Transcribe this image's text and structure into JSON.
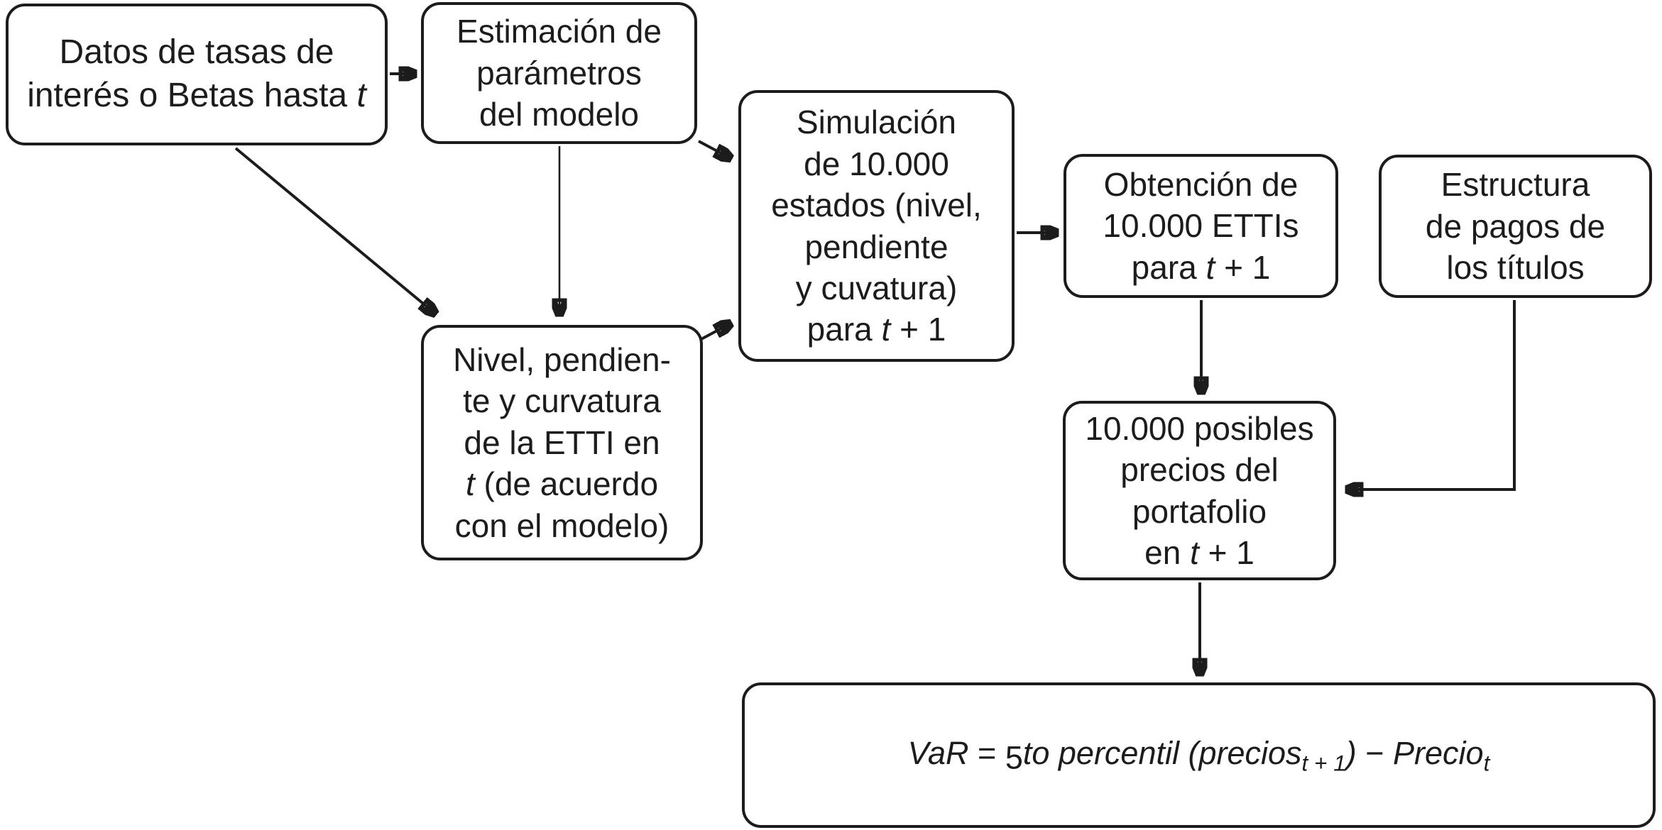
{
  "colors": {
    "stroke": "#1c1c1c",
    "background": "#ffffff"
  },
  "nodes": {
    "datos": {
      "lines": [
        [
          {
            "text": "Datos de tasas de",
            "style": "plain"
          }
        ],
        [
          {
            "text": "interés o Betas hasta ",
            "style": "plain"
          },
          {
            "text": "t",
            "style": "italic"
          }
        ]
      ]
    },
    "estimacion": {
      "lines": [
        [
          {
            "text": "Estimación de",
            "style": "plain"
          }
        ],
        [
          {
            "text": "parámetros",
            "style": "plain"
          }
        ],
        [
          {
            "text": "del modelo",
            "style": "plain"
          }
        ]
      ]
    },
    "simulacion": {
      "lines": [
        [
          {
            "text": "Simulación",
            "style": "plain"
          }
        ],
        [
          {
            "text": "de 10.000",
            "style": "plain"
          }
        ],
        [
          {
            "text": "estados (nivel,",
            "style": "plain"
          }
        ],
        [
          {
            "text": "pendiente",
            "style": "plain"
          }
        ],
        [
          {
            "text": "y cuvatura)",
            "style": "plain"
          }
        ],
        [
          {
            "text": "para ",
            "style": "plain"
          },
          {
            "text": "t",
            "style": "italic"
          },
          {
            "text": " + 1",
            "style": "plain"
          }
        ]
      ]
    },
    "obtencion": {
      "lines": [
        [
          {
            "text": "Obtención de",
            "style": "plain"
          }
        ],
        [
          {
            "text": "10.000 ETTIs",
            "style": "plain"
          }
        ],
        [
          {
            "text": "para ",
            "style": "plain"
          },
          {
            "text": "t",
            "style": "italic"
          },
          {
            "text": " + 1",
            "style": "plain"
          }
        ]
      ]
    },
    "estructura": {
      "lines": [
        [
          {
            "text": "Estructura",
            "style": "plain"
          }
        ],
        [
          {
            "text": "de pagos de",
            "style": "plain"
          }
        ],
        [
          {
            "text": "los títulos",
            "style": "plain"
          }
        ]
      ]
    },
    "nivel": {
      "lines": [
        [
          {
            "text": "Nivel, pendien-",
            "style": "plain"
          }
        ],
        [
          {
            "text": "te y curvatura",
            "style": "plain"
          }
        ],
        [
          {
            "text": "de la ETTI en",
            "style": "plain"
          }
        ],
        [
          {
            "text": "t",
            "style": "italic"
          },
          {
            "text": " (de acuerdo",
            "style": "plain"
          }
        ],
        [
          {
            "text": "con el modelo)",
            "style": "plain"
          }
        ]
      ]
    },
    "precios": {
      "lines": [
        [
          {
            "text": "10.000 posibles",
            "style": "plain"
          }
        ],
        [
          {
            "text": "precios del",
            "style": "plain"
          }
        ],
        [
          {
            "text": "portafolio",
            "style": "plain"
          }
        ],
        [
          {
            "text": "en ",
            "style": "plain"
          },
          {
            "text": "t",
            "style": "italic"
          },
          {
            "text": " + 1",
            "style": "plain"
          }
        ]
      ]
    },
    "formula": {
      "segments": [
        {
          "text": "VaR",
          "style": "italic"
        },
        {
          "text": " = ",
          "style": "plain"
        },
        {
          "text": "5",
          "style": "low"
        },
        {
          "text": "to percentil (precios",
          "style": "italic"
        },
        {
          "text": "t + 1",
          "style": "italic-sub"
        },
        {
          "text": ")",
          "style": "italic"
        },
        {
          "text": " − ",
          "style": "plain"
        },
        {
          "text": "Precio",
          "style": "italic"
        },
        {
          "text": "t",
          "style": "italic-sub"
        }
      ]
    }
  },
  "edges": [
    {
      "from": "datos",
      "to": "estimacion"
    },
    {
      "from": "datos",
      "to": "nivel"
    },
    {
      "from": "estimacion",
      "to": "nivel"
    },
    {
      "from": "estimacion",
      "to": "simulacion"
    },
    {
      "from": "nivel",
      "to": "simulacion"
    },
    {
      "from": "simulacion",
      "to": "obtencion"
    },
    {
      "from": "obtencion",
      "to": "precios"
    },
    {
      "from": "estructura",
      "to": "precios"
    },
    {
      "from": "precios",
      "to": "formula"
    }
  ]
}
